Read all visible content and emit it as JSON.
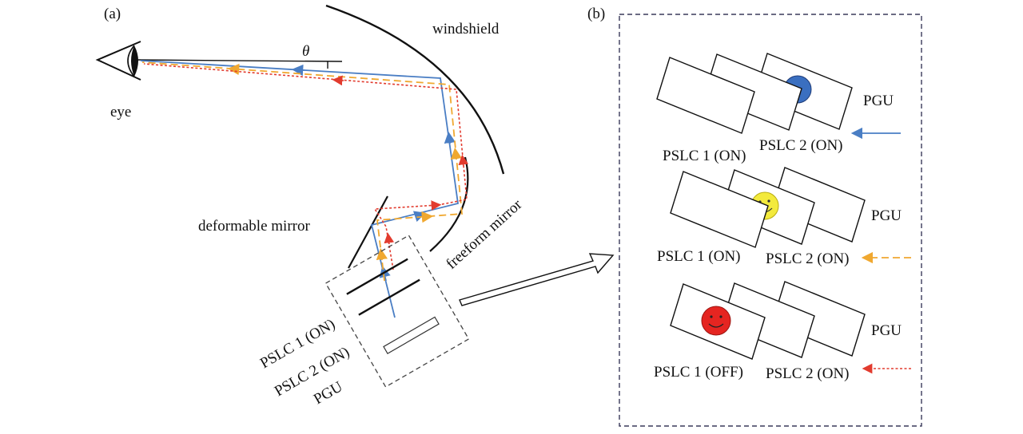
{
  "panel_a": {
    "label": "(a)",
    "eye": "eye",
    "theta": "θ",
    "windshield": "windshield",
    "deformable_mirror": "deformable mirror",
    "freeform_mirror": "freeform mirror",
    "pslc1": "PSLC 1 (ON)",
    "pslc2": "PSLC 2 (ON)",
    "pgu": "PGU"
  },
  "panel_b": {
    "label": "(b)",
    "rows": [
      {
        "pslc1": "PSLC 1 (ON)",
        "pslc2": "PSLC 2 (ON)",
        "pgu": "PGU",
        "ray": "blue",
        "image": "blue circle"
      },
      {
        "pslc1": "PSLC 1 (ON)",
        "pslc2": "PSLC 2 (ON)",
        "pgu": "PGU",
        "ray": "orange",
        "image": "yellow smiley"
      },
      {
        "pslc1": "PSLC 1 (OFF)",
        "pslc2": "PSLC 2 (ON)",
        "pgu": "PGU",
        "ray": "red",
        "image": "red smiley"
      }
    ]
  },
  "colors": {
    "blue": "#4a7ec4",
    "orange": "#f0a830",
    "red": "#e23b2e",
    "yellow": "#f3ea3c",
    "circle_blue": "#3a6fc0",
    "circle_red": "#e52521"
  }
}
